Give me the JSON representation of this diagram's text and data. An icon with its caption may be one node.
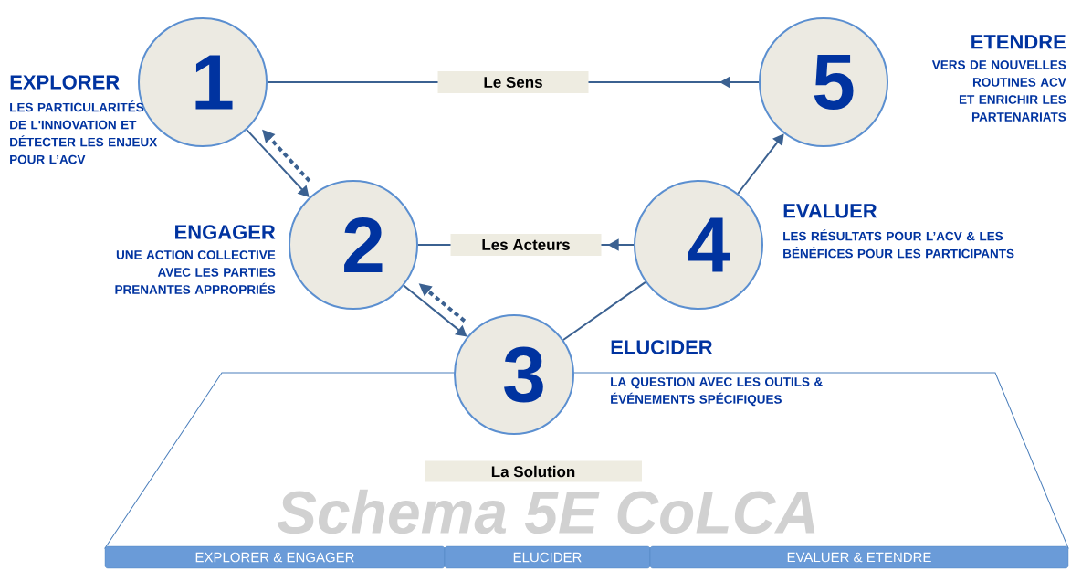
{
  "diagram": {
    "title": "Schema 5E CoLCA",
    "nodes": [
      {
        "text": [
          "1"
        ],
        "beside": [
          "EXPLORER",
          "LES PARTICULARITÉS DE L'INNOVATION ET DÉTECTER LES ENJEUX POUR L’ACV"
        ]
      },
      {
        "text": [
          "2"
        ],
        "beside": [
          "ENGAGER",
          "UNE ACTION COLLECTIVE AVEC LES PARTIES PRENANTES APPROPRIÉS"
        ]
      },
      {
        "text": [
          "3"
        ],
        "beside": [
          "ELUCIDER",
          "LA QUESTION AVEC LES OUTILS & ÉVÉNEMENTS SPÉCIFIQUES"
        ]
      },
      {
        "text": [
          "4"
        ],
        "beside": [
          "EVALUER",
          "LES RÉSULTATS POUR L’ACV & LES BÉNÉFICES POUR LES PARTICIPANTS"
        ]
      },
      {
        "text": [
          "5"
        ],
        "beside": [
          "ETENDRE",
          "VERS DE NOUVELLES ROUTINES ACV ET ENRICHIR LES PARTENARIATS"
        ]
      },
      {
        "text": [
          "EXPLORER & ENGAGER"
        ]
      },
      {
        "text": [
          "ELUCIDER"
        ]
      },
      {
        "text": [
          "EVALUER & ETENDRE"
        ]
      }
    ],
    "edges": [
      {
        "from": 0,
        "to": 1,
        "arrow": "to"
      },
      {
        "from": 1,
        "to": 0,
        "arrow": "to",
        "style": "dashed"
      },
      {
        "from": 1,
        "to": 2,
        "arrow": "to"
      },
      {
        "from": 2,
        "to": 1,
        "arrow": "to",
        "style": "dashed"
      },
      {
        "from": 2,
        "to": 3,
        "arrow": "none"
      },
      {
        "from": 3,
        "to": 4,
        "arrow": "to"
      },
      {
        "from": 4,
        "to": 0,
        "arrow": "to",
        "label": "Le Sens"
      },
      {
        "from": 3,
        "to": 1,
        "arrow": "to",
        "label": "Les Acteurs"
      }
    ],
    "labels": [
      "La Solution"
    ]
  }
}
